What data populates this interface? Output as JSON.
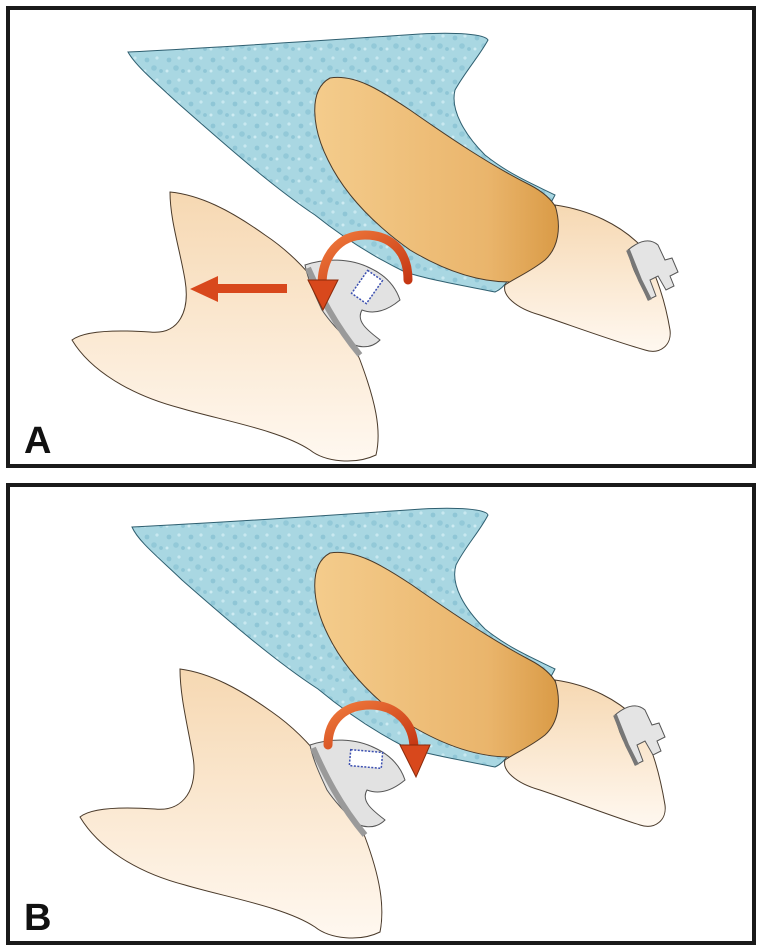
{
  "panels": [
    {
      "label": "A",
      "arrow_direction": "counterclockwise",
      "translation_arrow": true
    },
    {
      "label": "B",
      "arrow_direction": "clockwise",
      "translation_arrow": false
    }
  ],
  "colors": {
    "bone": "#a9d7e2",
    "bone_stroke": "#2f5f70",
    "root": "#eab56c",
    "tooth": "#f7dfc0",
    "tooth_light": "#fdf4ea",
    "bracket": "#d9d9d9",
    "slot": "#3b4fb0",
    "arrow": "#d8481c",
    "outline": "#4a3a2a"
  }
}
